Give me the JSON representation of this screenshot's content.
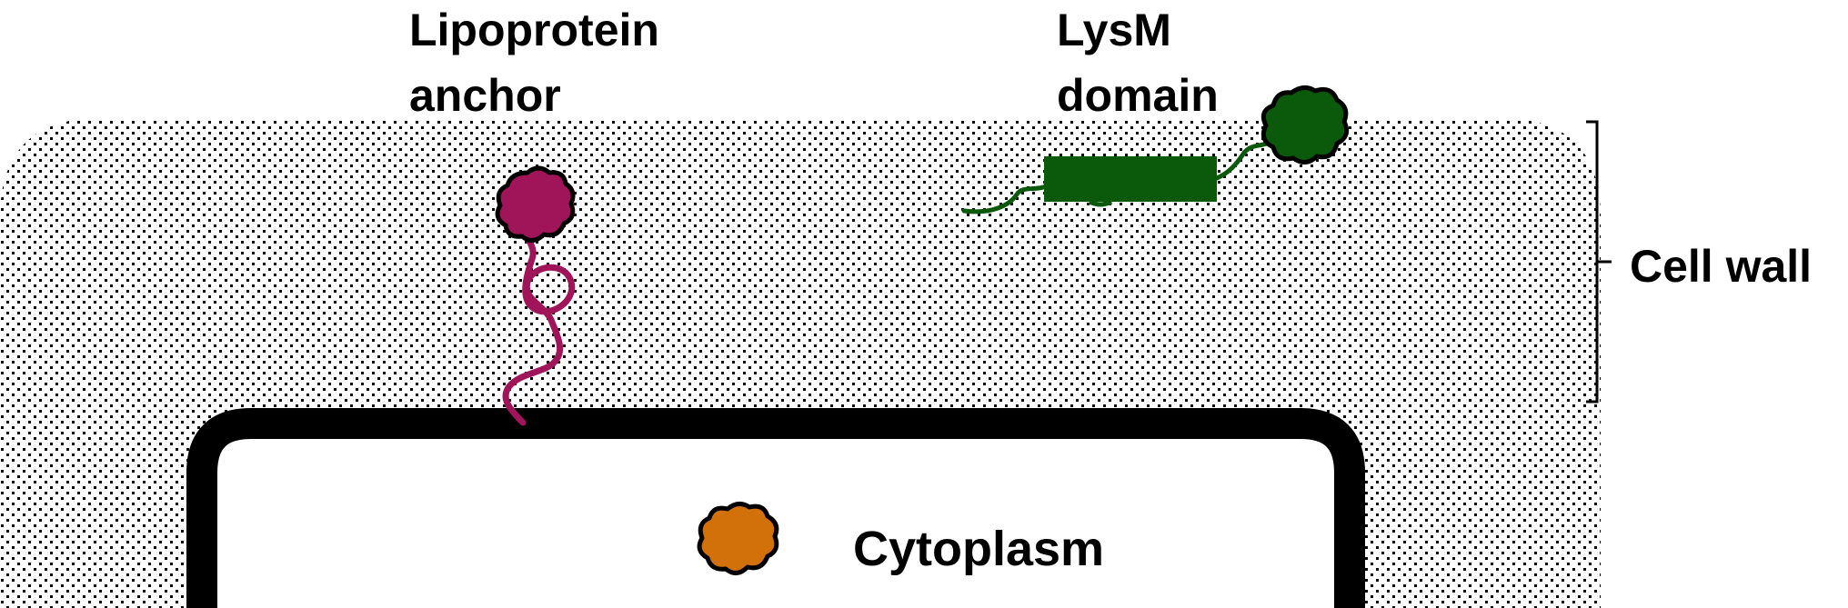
{
  "labels": {
    "lipoprotein_line1": "Lipoprotein",
    "lipoprotein_line2": "anchor",
    "lysm_line1": "LysM",
    "lysm_line2": "domain",
    "cell_wall": "Cell wall",
    "cytoplasm": "Cytoplasm"
  },
  "colors": {
    "lipoprotein": "#a0145a",
    "lysm": "#0b5a0b",
    "cytoplasm_protein": "#d2700a",
    "membrane": "#000000",
    "wall_dots": "#000000"
  }
}
